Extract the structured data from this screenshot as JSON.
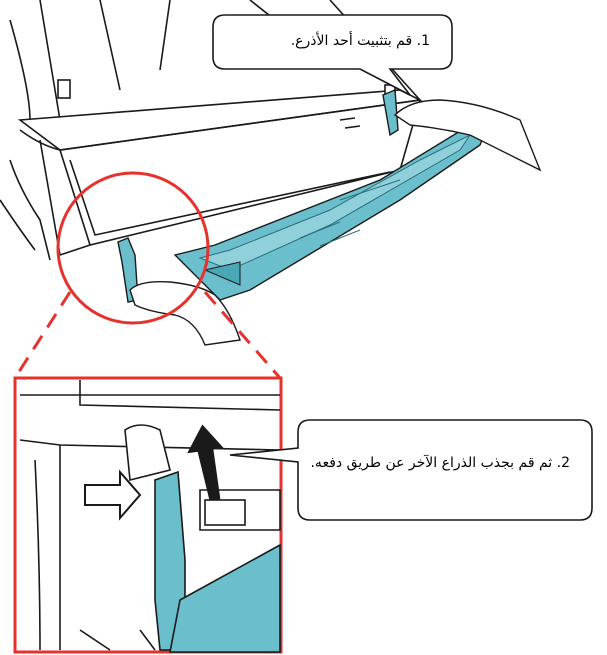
{
  "callouts": [
    {
      "number": "1",
      "text": "1. قم بتثبيت أحد الأذرع."
    },
    {
      "number": "2",
      "text": "2. ثم قم بجذب الذراع الآخر عن طريق دفعه."
    }
  ],
  "colors": {
    "stacker": "#6bbecb",
    "stacker_dark": "#3a8d9c",
    "highlight": "#e5322d",
    "outline": "#1a1a1a"
  }
}
